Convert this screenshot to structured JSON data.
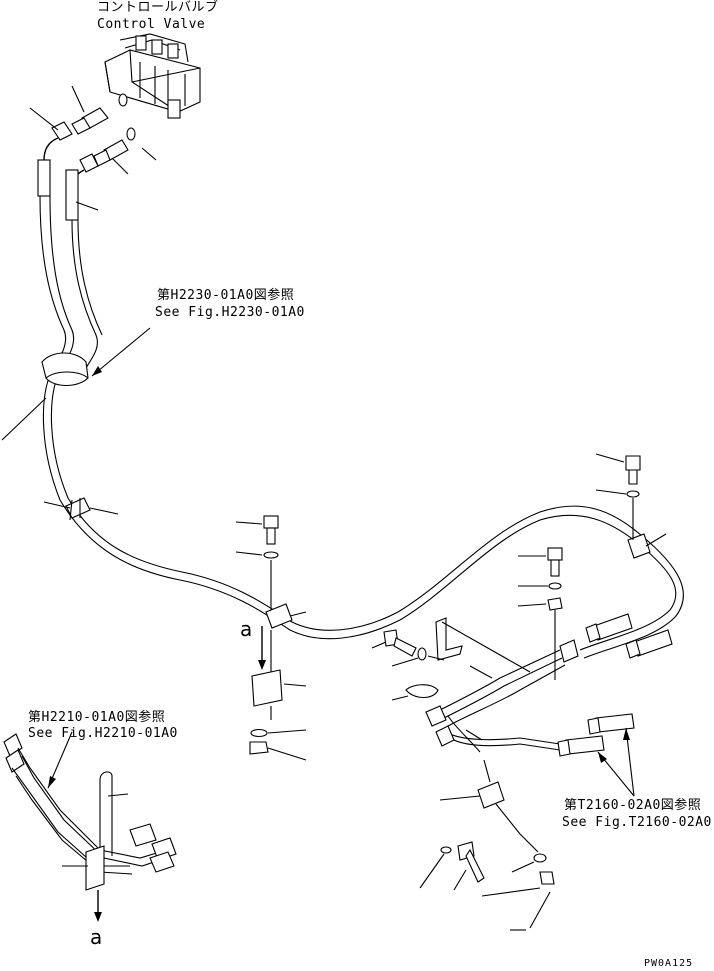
{
  "labels": {
    "control_valve_jp": "コントロールバルブ",
    "control_valve_en": "Control Valve",
    "ref1_jp": "第H2230-01A0図参照",
    "ref1_en": "See Fig.H2230-01A0",
    "ref2_jp": "第H2210-01A0図参照",
    "ref2_en": "See Fig.H2210-01A0",
    "ref3_jp": "第T2160-02A0図参照",
    "ref3_en": "See Fig.T2160-02A0",
    "view_mark_1": "a",
    "view_mark_2": "a",
    "figure_code": "PW0A125"
  }
}
